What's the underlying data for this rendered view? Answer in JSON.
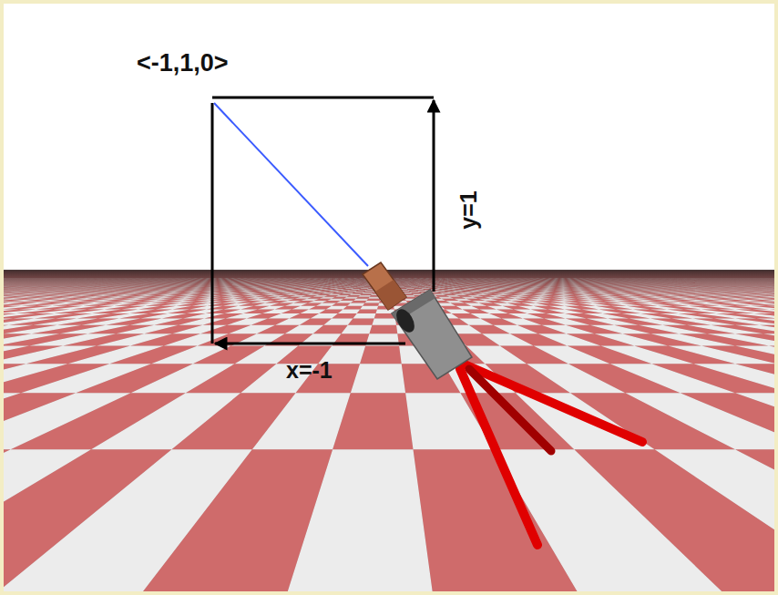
{
  "diagram": {
    "labels": [
      "<-1,1,0>",
      "x=-1",
      "y=1"
    ]
  }
}
